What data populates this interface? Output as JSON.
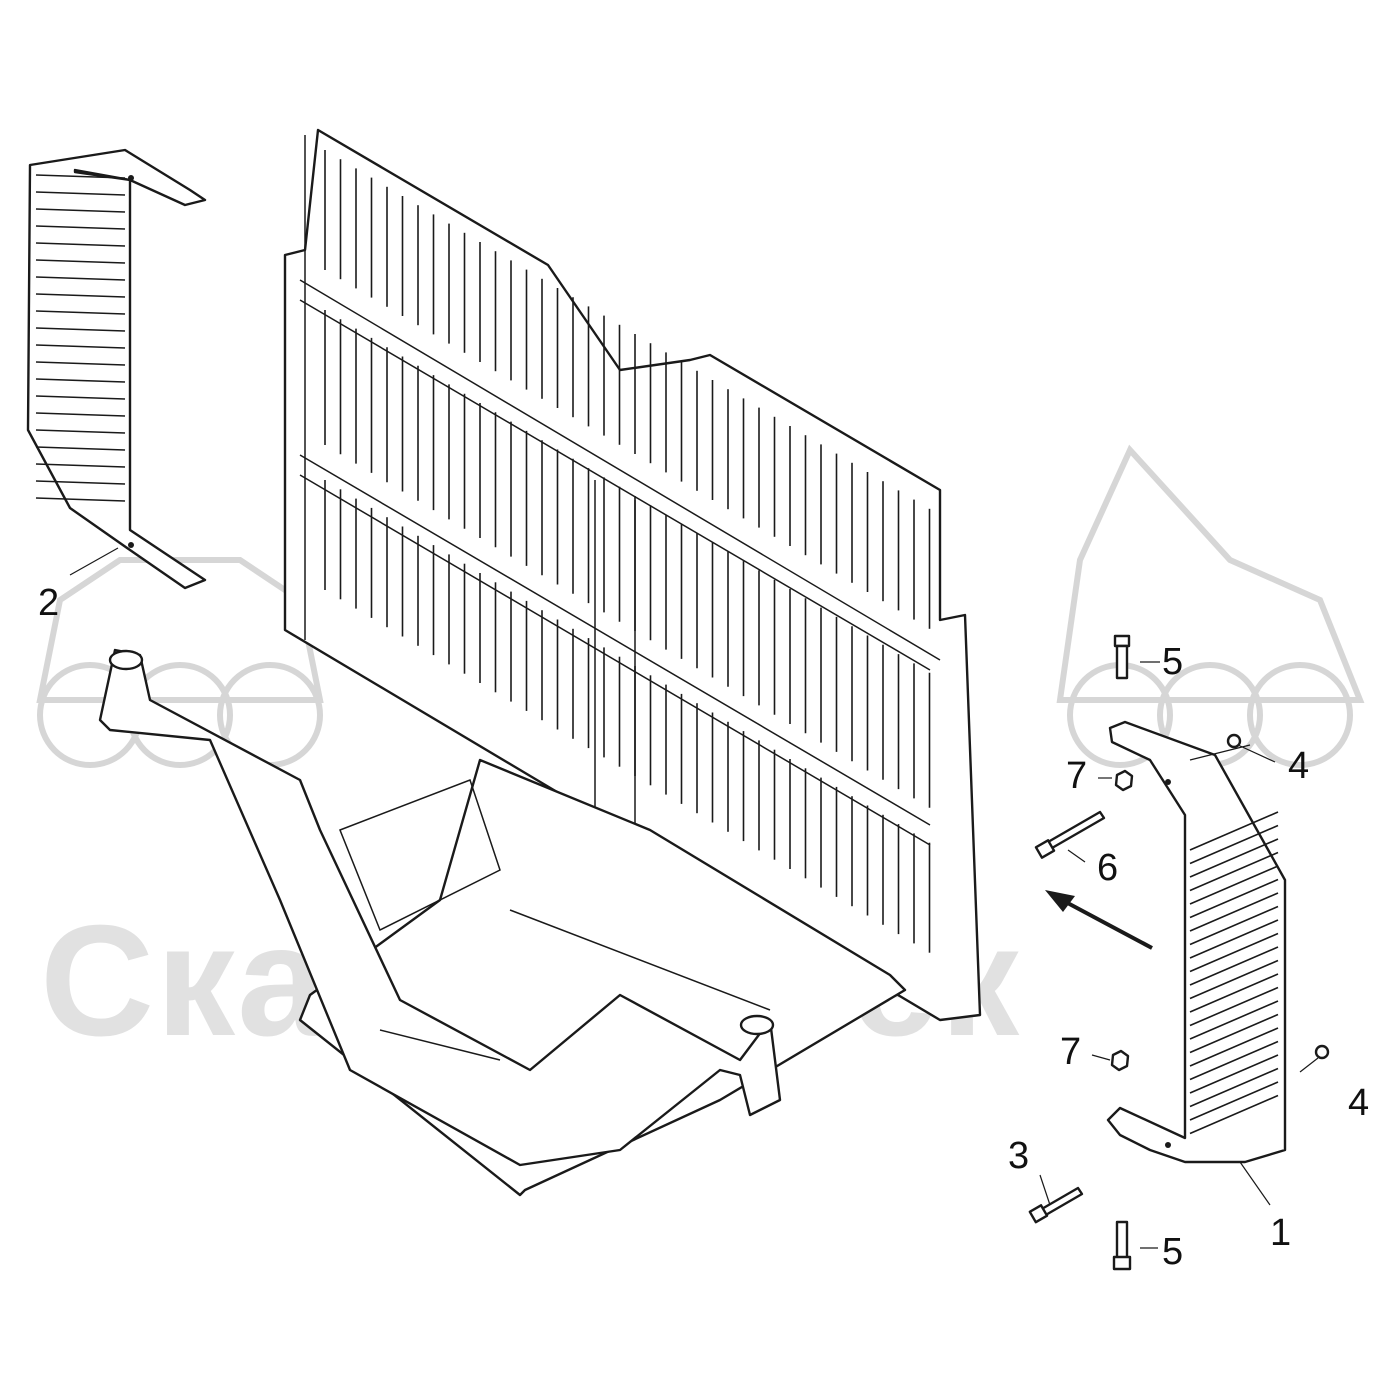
{
  "watermark": {
    "text": "СканфорТек",
    "color": "#e1e1e1"
  },
  "callouts": [
    {
      "id": "c1",
      "label": "1"
    },
    {
      "id": "c2",
      "label": "2"
    },
    {
      "id": "c3",
      "label": "3"
    },
    {
      "id": "c4a",
      "label": "4"
    },
    {
      "id": "c4b",
      "label": "4"
    },
    {
      "id": "c5a",
      "label": "5"
    },
    {
      "id": "c5b",
      "label": "5"
    },
    {
      "id": "c6",
      "label": "6"
    },
    {
      "id": "c7a",
      "label": "7"
    },
    {
      "id": "c7b",
      "label": "7"
    }
  ],
  "colors": {
    "line": "#1a1a1a",
    "fill": "#ffffff",
    "watermark": "#d6d6d6"
  }
}
